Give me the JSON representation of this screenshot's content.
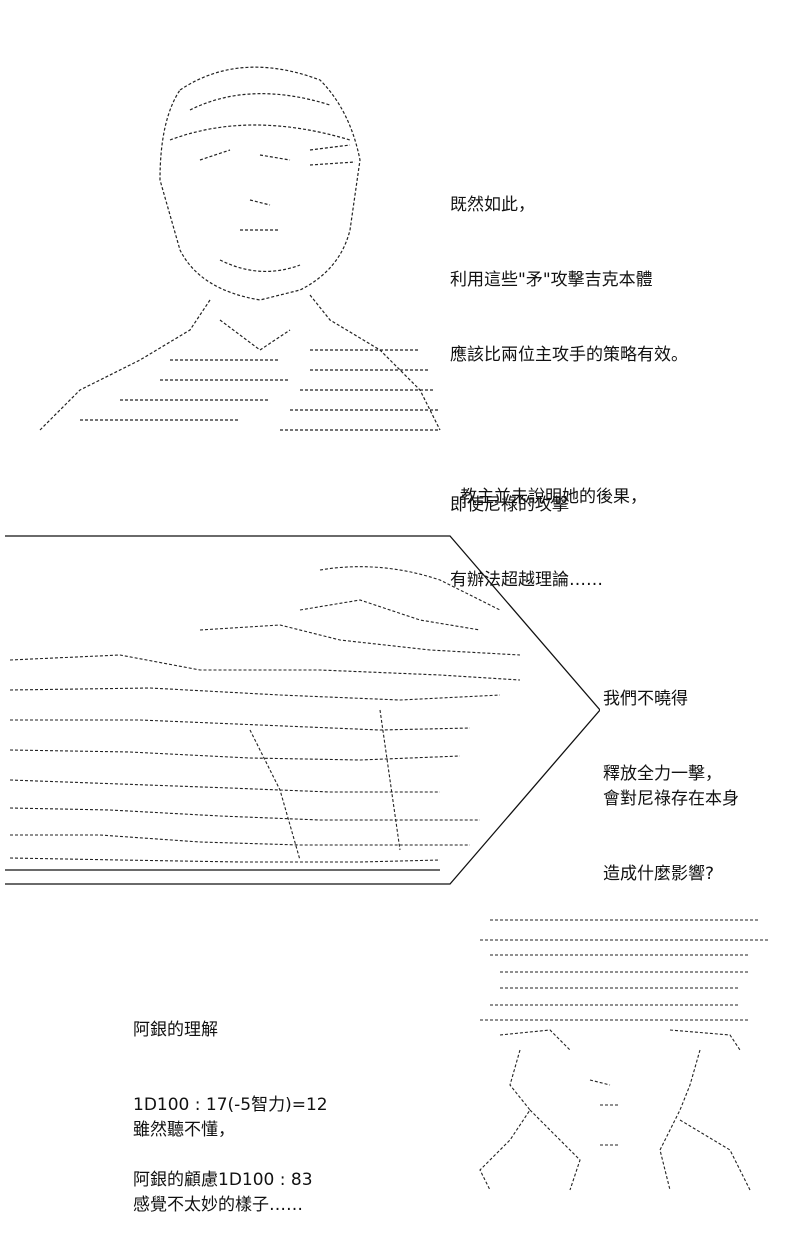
{
  "panel1": {
    "lines": [
      "既然如此，",
      "利用這些\"矛\"攻擊吉克本體",
      "應該比兩位主攻手的策略有效。",
      "",
      "即使尼祿的攻擊",
      "有辦法超越理論……"
    ]
  },
  "panel2": {
    "caption": "教主並未說明她的後果，",
    "lines_a": [
      "我們不曉得",
      "釋放全力一擊，"
    ],
    "lines_b": [
      "會對尼祿存在本身",
      "造成什麼影響?"
    ]
  },
  "panel3": {
    "lines_a": [
      "阿銀的理解",
      "1D100 : 17(-5智力)=12",
      "阿銀的顧慮1D100 : 83"
    ],
    "lines_b": [
      "雖然聽不懂，",
      "感覺不太妙的樣子……"
    ]
  }
}
